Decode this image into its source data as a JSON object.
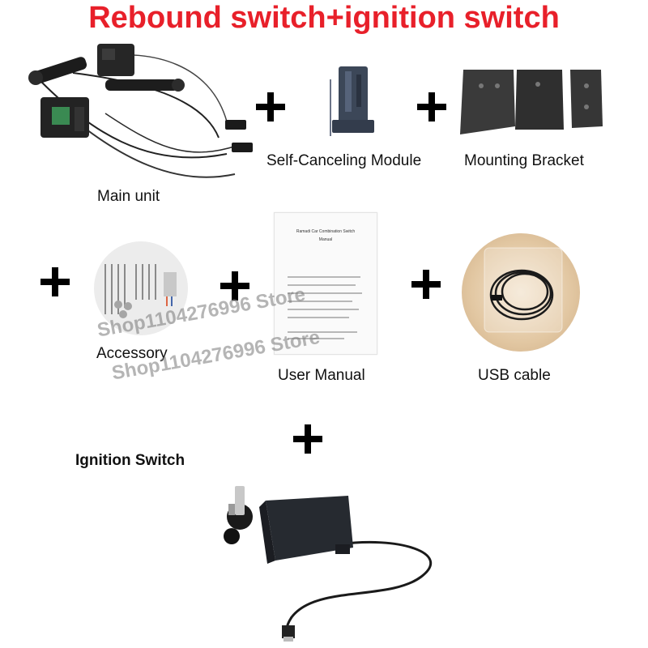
{
  "title": "Rebound switch+ignition switch",
  "items": {
    "main_unit": "Main unit",
    "self_canceling": "Self-Canceling Module",
    "mounting_bracket": "Mounting Bracket",
    "accessory": "Accessory",
    "user_manual": "User Manual",
    "usb_cable": "USB cable",
    "ignition_switch": "Ignition Switch"
  },
  "watermark": "Shop1104276996 Store",
  "manual_doc": {
    "heading": "Ramadi Car Combination Switch",
    "subheading": "Manual"
  },
  "colors": {
    "title": "#e8202a",
    "text": "#111111",
    "plus": "#000000"
  }
}
